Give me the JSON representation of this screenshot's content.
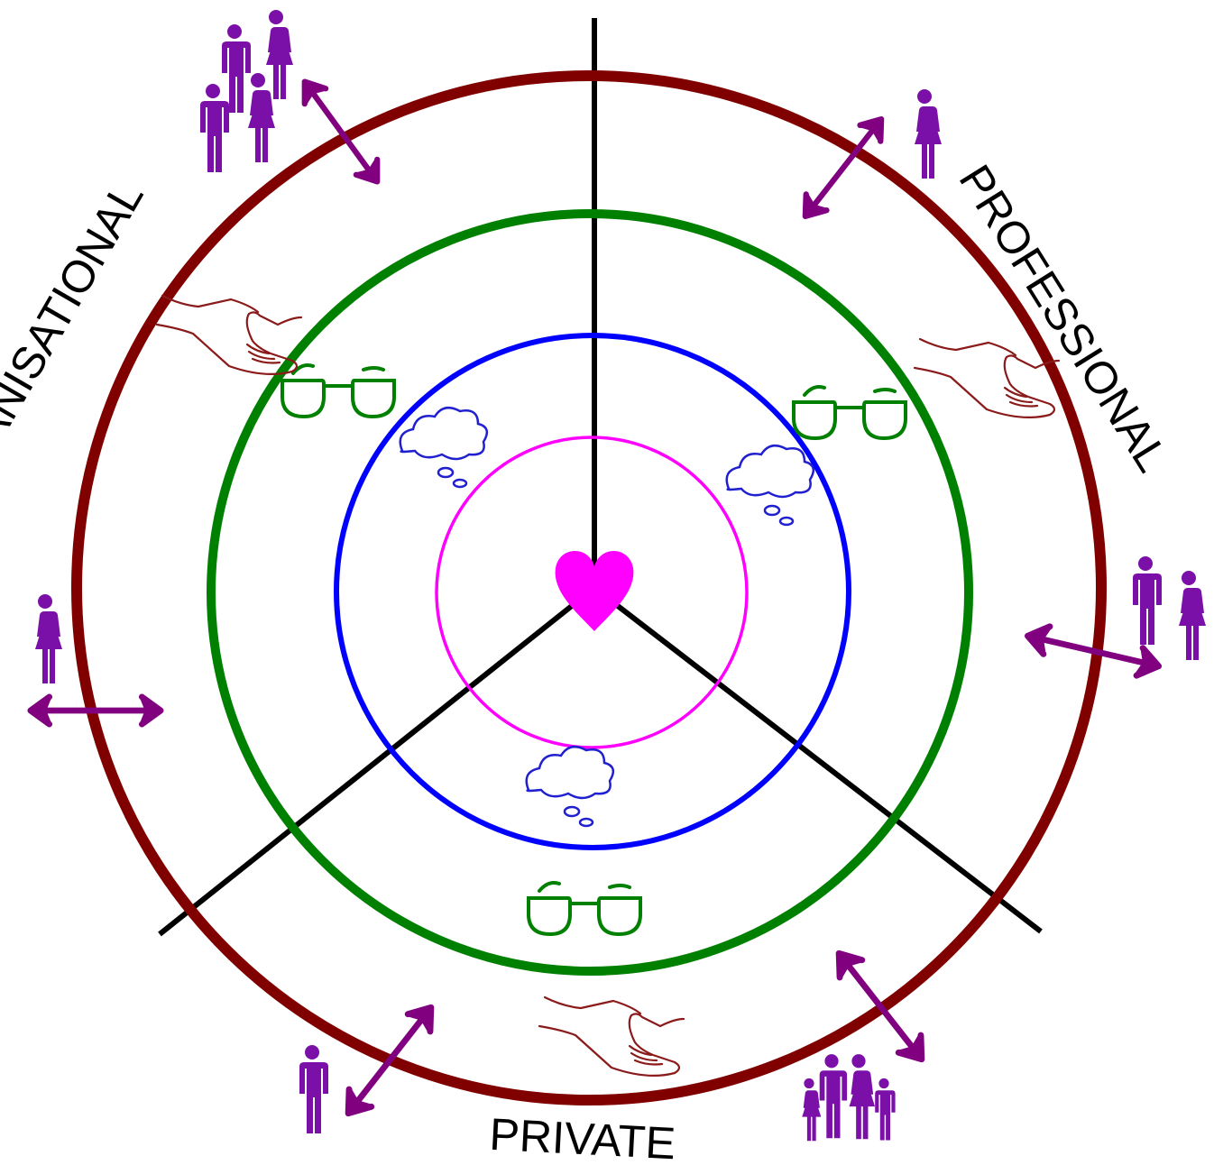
{
  "labels": {
    "organisational": "ORGANISATIONAL",
    "professional": "PROFESSIONAL",
    "private": "PRIVATE"
  },
  "colors": {
    "outer_ring": "#800000",
    "green_ring": "#008000",
    "blue_ring": "#0000ff",
    "inner_ring": "#ff00ff",
    "heart": "#ff00ff",
    "axes": "#000000",
    "people": "#7a10a8",
    "arrows": "#800080",
    "hands": "#8b1a1a",
    "glasses": "#008000",
    "thought_clouds": "#2020d0"
  },
  "icons": {
    "heart": "heart-icon",
    "thought": "thought-cloud-icon",
    "glasses": "glasses-icon",
    "hand": "helping-hand-icon",
    "person_male": "man-icon",
    "person_female": "woman-icon",
    "arrow": "double-arrow-icon"
  }
}
